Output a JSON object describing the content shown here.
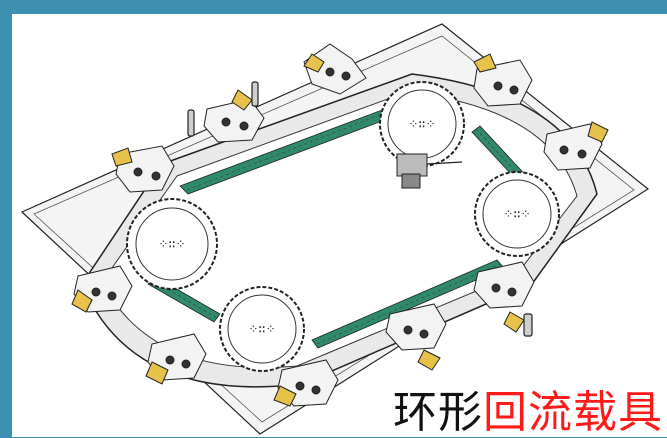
{
  "slide": {
    "background_color": "#3d8fb0",
    "panel_color": "#ffffff"
  },
  "drawing": {
    "subject": "annular return-flow carrier conveyor (line drawing)",
    "line_color": "#222222",
    "belt_color": "#2f8a6c",
    "gear_color": "#e7c24a"
  },
  "caption": {
    "prefix": "环形",
    "prefix_color": "#111111",
    "highlight": "回流载具",
    "highlight_color": "#ff1a1a"
  }
}
